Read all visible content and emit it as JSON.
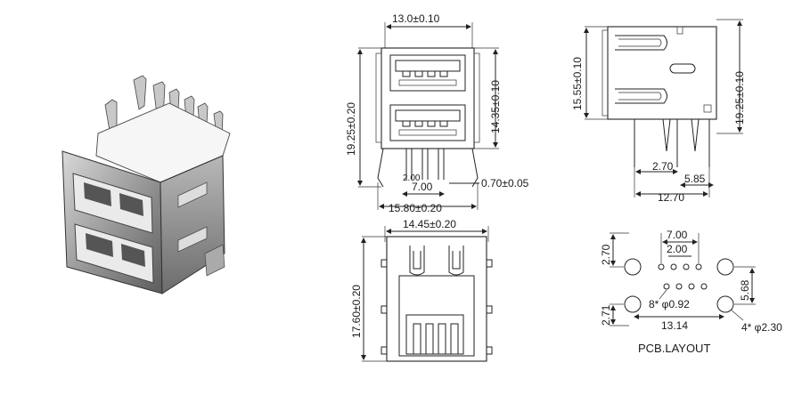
{
  "front_view": {
    "width_dim": "13.0±0.10",
    "height_dim": "19.25±0.20",
    "upper_dim": "14.35±0.10",
    "pin_pitch": "2.00",
    "pin_span": "7.00",
    "pin_width": "0.70±0.05",
    "base_width": "15.80±0.20"
  },
  "side_view": {
    "body_height": "15.55±0.10",
    "total_height": "19.25±0.10",
    "leg_offset": "2.70",
    "leg_span": "5.85",
    "base_width": "12.70"
  },
  "bottom_view": {
    "width_dim": "14.45±0.20",
    "length_dim": "17.60±0.20"
  },
  "pcb_layout": {
    "dim_top_pitch": "7.00",
    "dim_mid_pitch": "2.00",
    "dim_left_top": "2.70",
    "dim_right": "5.68",
    "dim_left_bottom": "2.71",
    "hole_small": "8* φ0.92",
    "hole_large": "4* φ2.30",
    "dim_span": "13.14",
    "caption": "PCB.LAYOUT"
  }
}
